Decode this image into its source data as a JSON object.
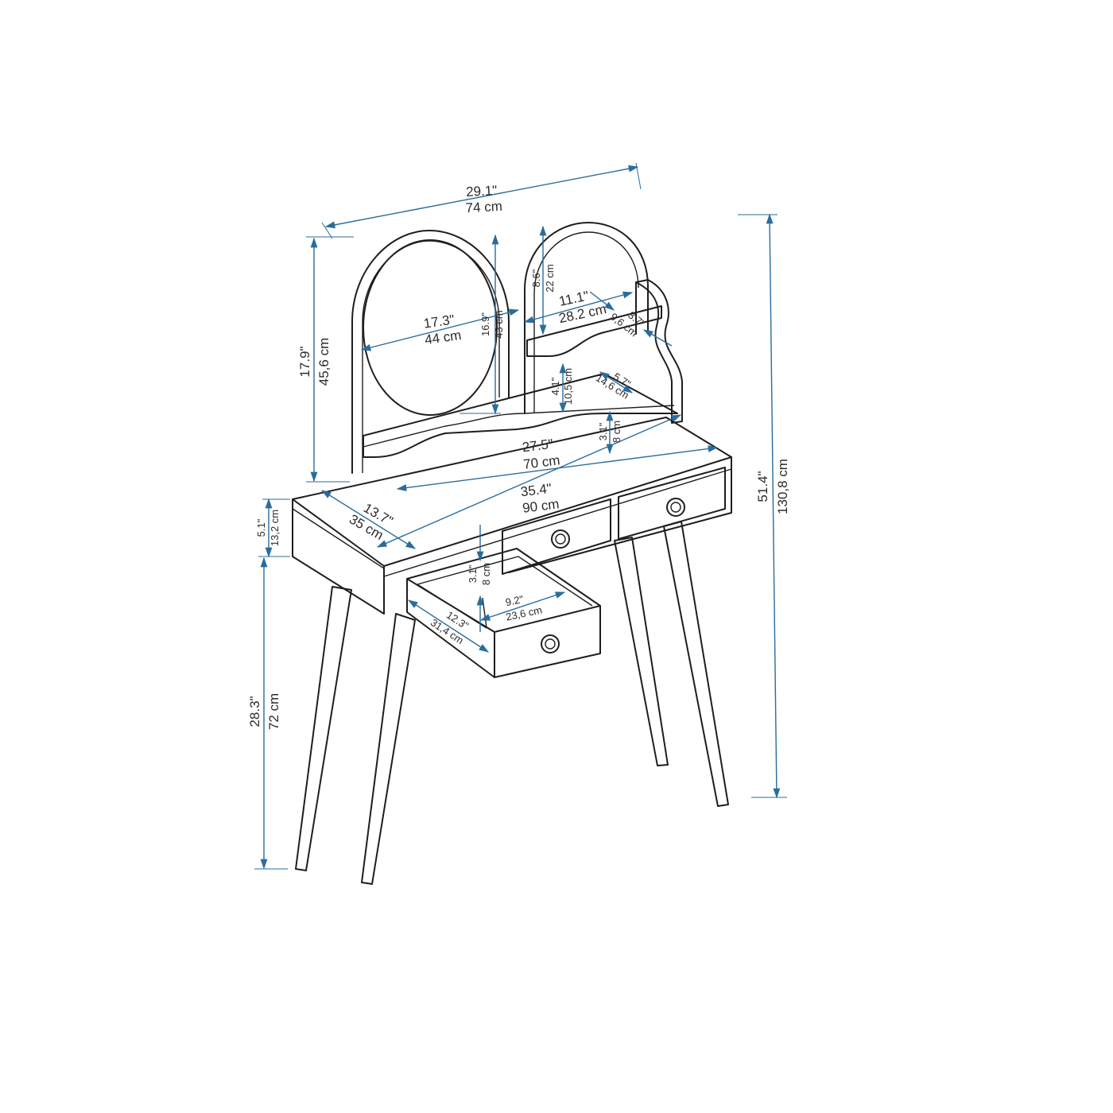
{
  "diagram": {
    "line_color": "#1e1e1e",
    "dimension_color": "#2a6c9c",
    "dimensions": {
      "overall_width": {
        "inch": "29.1\"",
        "cm": "74 cm"
      },
      "mirror_frame_height": {
        "inch": "17.9\"",
        "cm": "45,6 cm"
      },
      "mirror_width": {
        "inch": "17.3\"",
        "cm": "44 cm"
      },
      "mirror_height": {
        "inch": "16.9\"",
        "cm": "43 cm"
      },
      "arch_top_height": {
        "inch": "8.6\"",
        "cm": "22 cm"
      },
      "shelf_width": {
        "inch": "11.1\"",
        "cm": "28.2 cm"
      },
      "upper_shelf_depth": {
        "inch": "3.7\"",
        "cm": "9,6 cm"
      },
      "shelf_spacing": {
        "inch": "4.1\"",
        "cm": "10,5 cm"
      },
      "lower_shelf_depth": {
        "inch": "5.7\"",
        "cm": "14,6 cm"
      },
      "shelf_height_above_top": {
        "inch": "3.1\"",
        "cm": "8 cm"
      },
      "inner_width": {
        "inch": "27.5\"",
        "cm": "70 cm"
      },
      "table_width": {
        "inch": "35.4\"",
        "cm": "90 cm"
      },
      "table_depth": {
        "inch": "13.7\"",
        "cm": "35 cm"
      },
      "apron_height": {
        "inch": "5.1\"",
        "cm": "13,2 cm"
      },
      "leg_height": {
        "inch": "28.3\"",
        "cm": "72 cm"
      },
      "total_height": {
        "inch": "51.4\"",
        "cm": "130,8 cm"
      },
      "drawer_height": {
        "inch": "3.1\"",
        "cm": "8 cm"
      },
      "drawer_width": {
        "inch": "9.2\"",
        "cm": "23,6 cm"
      },
      "drawer_depth": {
        "inch": "12.3\"",
        "cm": "31,4 cm"
      }
    }
  }
}
